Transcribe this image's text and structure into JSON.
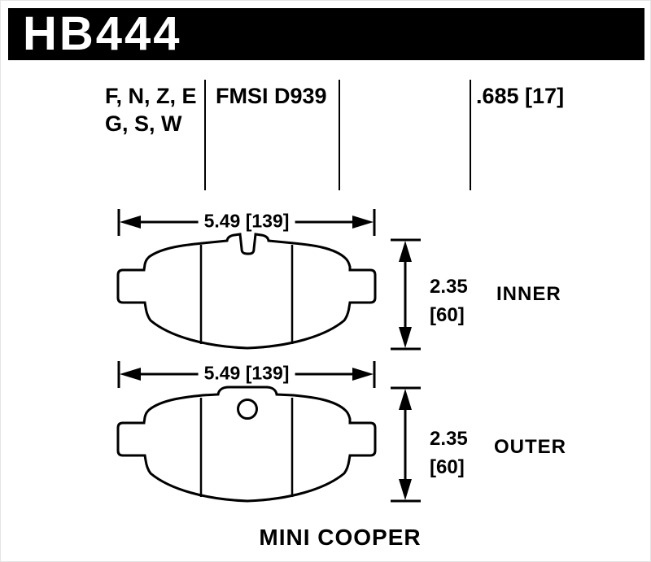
{
  "header": {
    "part_number": "HB444"
  },
  "specs": {
    "compounds_line1": "F, N, Z, E",
    "compounds_line2": "G, S, W",
    "fmsi": "FMSI D939",
    "thickness": ".685 [17]"
  },
  "pads": [
    {
      "id": "inner",
      "position_label": "INNER",
      "width": "5.49 [139]",
      "height_in": "2.35",
      "height_mm": "[60]"
    },
    {
      "id": "outer",
      "position_label": "OUTER",
      "width": "5.49 [139]",
      "height_in": "2.35",
      "height_mm": "[60]"
    }
  ],
  "vehicle": "MINI COOPER",
  "colors": {
    "banner_bg": "#000000",
    "banner_fg": "#ffffff",
    "line": "#000000",
    "page_bg": "#ffffff"
  }
}
